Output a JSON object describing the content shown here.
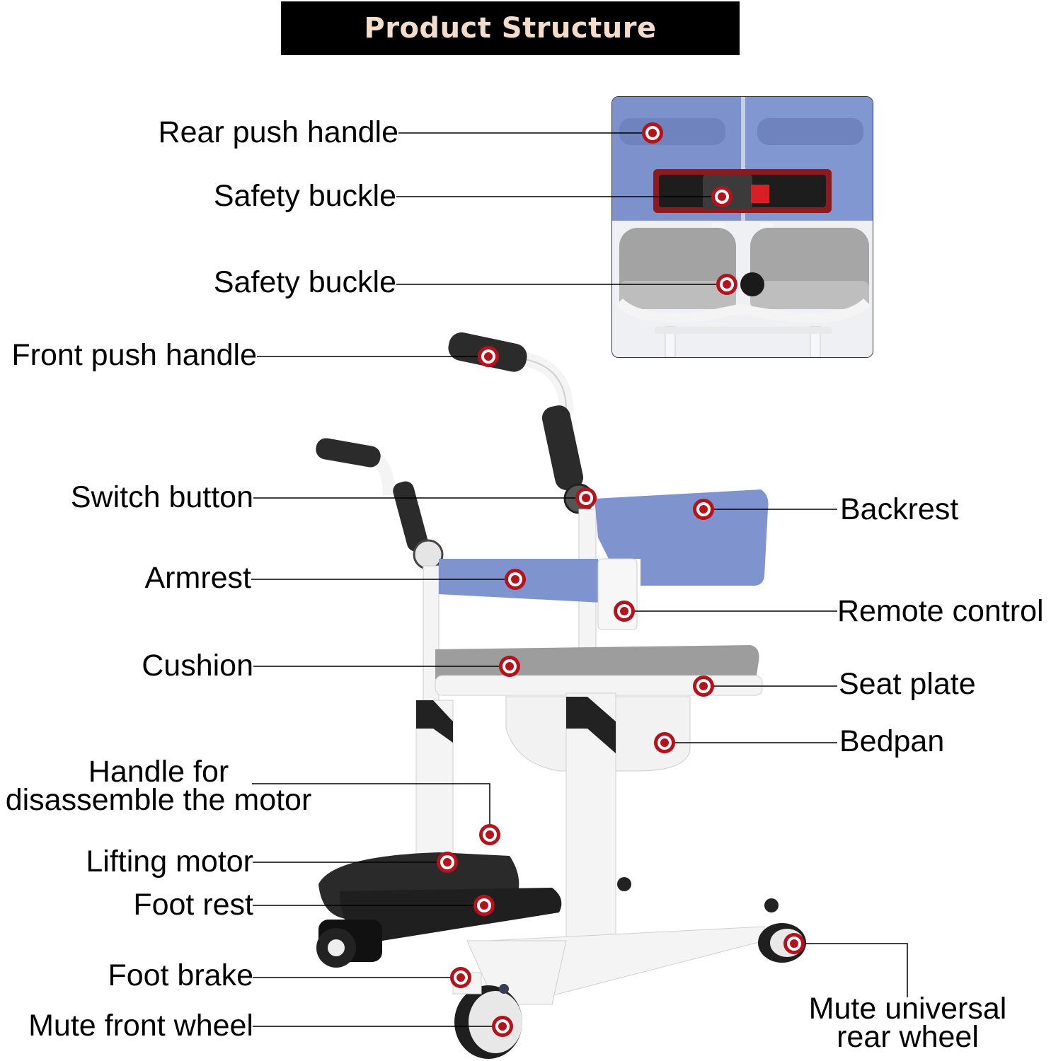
{
  "title": "Product Structure",
  "labels": {
    "rear_push_handle": "Rear push handle",
    "safety_buckle_top": "Safety buckle",
    "safety_buckle_bottom": "Safety buckle",
    "front_push_handle": "Front push handle",
    "switch_button": "Switch button",
    "armrest": "Armrest",
    "cushion": "Cushion",
    "handle_motor_line1": "Handle for",
    "handle_motor_line2": "disassemble the motor",
    "lifting_motor": "Lifting motor",
    "foot_rest": "Foot rest",
    "foot_brake": "Foot brake",
    "mute_front_wheel": "Mute front wheel",
    "backrest": "Backrest",
    "remote_control": "Remote control",
    "seat_plate": "Seat plate",
    "bedpan": "Bedpan",
    "rear_wheel_line1": "Mute universal",
    "rear_wheel_line2": "rear wheel"
  },
  "colors": {
    "title_bg": "#000000",
    "title_text": "#f4dccb",
    "marker": "#b5121b",
    "seat_blue": "#7f93cf",
    "cushion_gray": "#9d9d9d",
    "frame_white": "#f4f4f4"
  }
}
